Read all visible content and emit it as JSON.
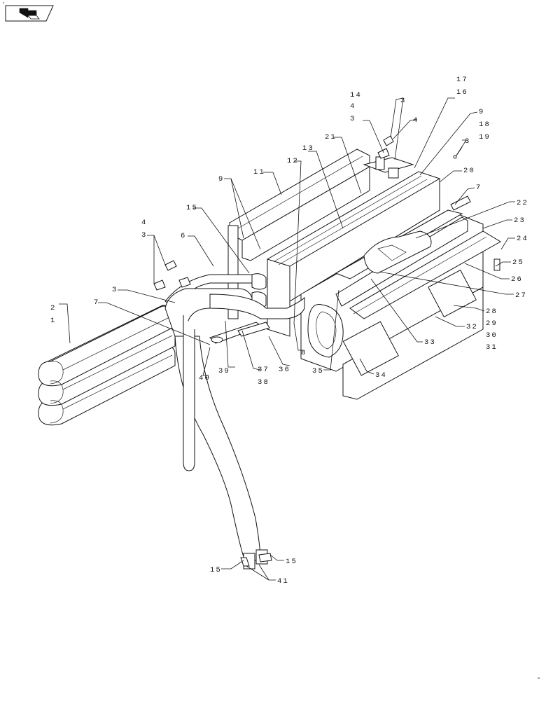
{
  "nav_icon": "back-arrow-icon",
  "callouts": {
    "c1": "1",
    "c2": "2",
    "c3a": "3",
    "c3b": "3",
    "c3c": "3",
    "c3d": "3",
    "c3e": "3",
    "c3f": "3",
    "c4a": "4",
    "c4b": "4",
    "c4c": "4",
    "c6": "6",
    "c7a": "7",
    "c7b": "7",
    "c8": "8",
    "c9a": "9",
    "c9b": "9",
    "c11": "11",
    "c12": "12",
    "c13": "13",
    "c14": "14",
    "c15a": "15",
    "c15b": "15",
    "c15c": "15",
    "c16": "16",
    "c17": "17",
    "c18": "18",
    "c19": "19",
    "c20": "20",
    "c21": "21",
    "c22": "22",
    "c23": "23",
    "c24": "24",
    "c25": "25",
    "c26": "26",
    "c27": "27",
    "c28": "28",
    "c29": "29",
    "c30": "30",
    "c31": "31",
    "c32": "32",
    "c33": "33",
    "c34": "34",
    "c35": "35",
    "c36": "36",
    "c37": "37",
    "c38": "38",
    "c39": "39",
    "c40": "40",
    "c41": "41"
  }
}
